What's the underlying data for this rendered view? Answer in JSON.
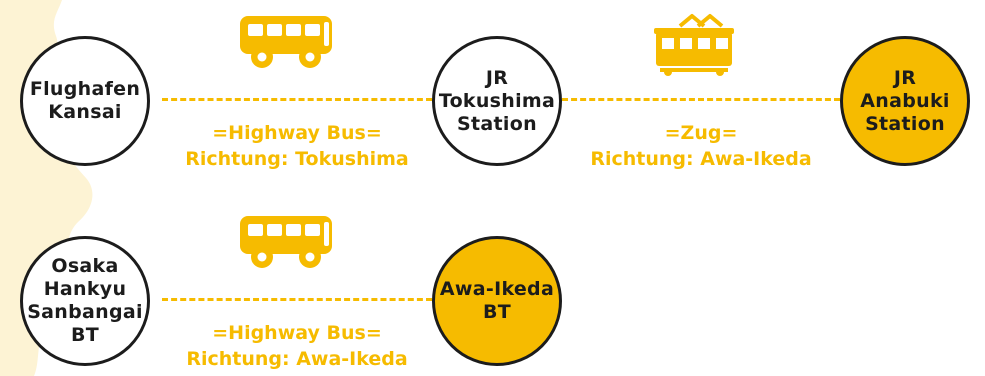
{
  "colors": {
    "accent": "#f6bb00",
    "stroke": "#1c1c1c",
    "map": "#fdf3d4"
  },
  "route1": {
    "stations": [
      {
        "label": "Flughafen\nKansai"
      },
      {
        "label": "JR\nTokushima\nStation"
      },
      {
        "label": "JR\nAnabuki\nStation",
        "highlight": true
      }
    ],
    "legs": [
      {
        "icon": "bus-icon",
        "mode": "=Highway Bus=",
        "direction": "Richtung: Tokushima"
      },
      {
        "icon": "train-icon",
        "mode": "=Zug=",
        "direction": "Richtung: Awa-Ikeda"
      }
    ]
  },
  "route2": {
    "stations": [
      {
        "label": "Osaka\nHankyu\nSanbangai\nBT"
      },
      {
        "label": "Awa-Ikeda\nBT",
        "highlight": true
      }
    ],
    "legs": [
      {
        "icon": "bus-icon",
        "mode": "=Highway Bus=",
        "direction": "Richtung: Awa-Ikeda"
      }
    ]
  }
}
